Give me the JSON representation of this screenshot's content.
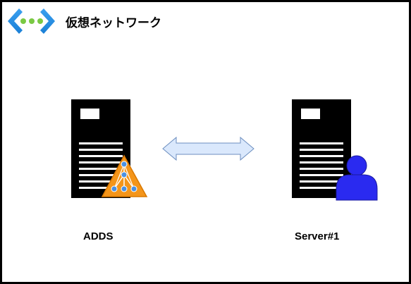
{
  "diagram": {
    "title": "仮想ネットワーク",
    "title_icon": "vnet-icon",
    "nodes": [
      {
        "id": "adds",
        "label": "ADDS",
        "icon": "server-with-active-directory-icon"
      },
      {
        "id": "server1",
        "label": "Server#1",
        "icon": "server-with-user-icon"
      }
    ],
    "connections": [
      {
        "from": "adds",
        "to": "server1",
        "style": "double-headed-arrow"
      }
    ],
    "colors": {
      "frame": "#000000",
      "vnet_icon_chevron": "#1f8fe0",
      "vnet_icon_dots": "#7ac943",
      "arrow_fill": "#dae8fc",
      "arrow_stroke": "#6c8ebf",
      "ad_triangle_fill": "#f4951a",
      "ad_triangle_stroke": "#e07b00",
      "ad_nodes": "#4a90e2",
      "user_figure": "#2a2af0"
    }
  }
}
